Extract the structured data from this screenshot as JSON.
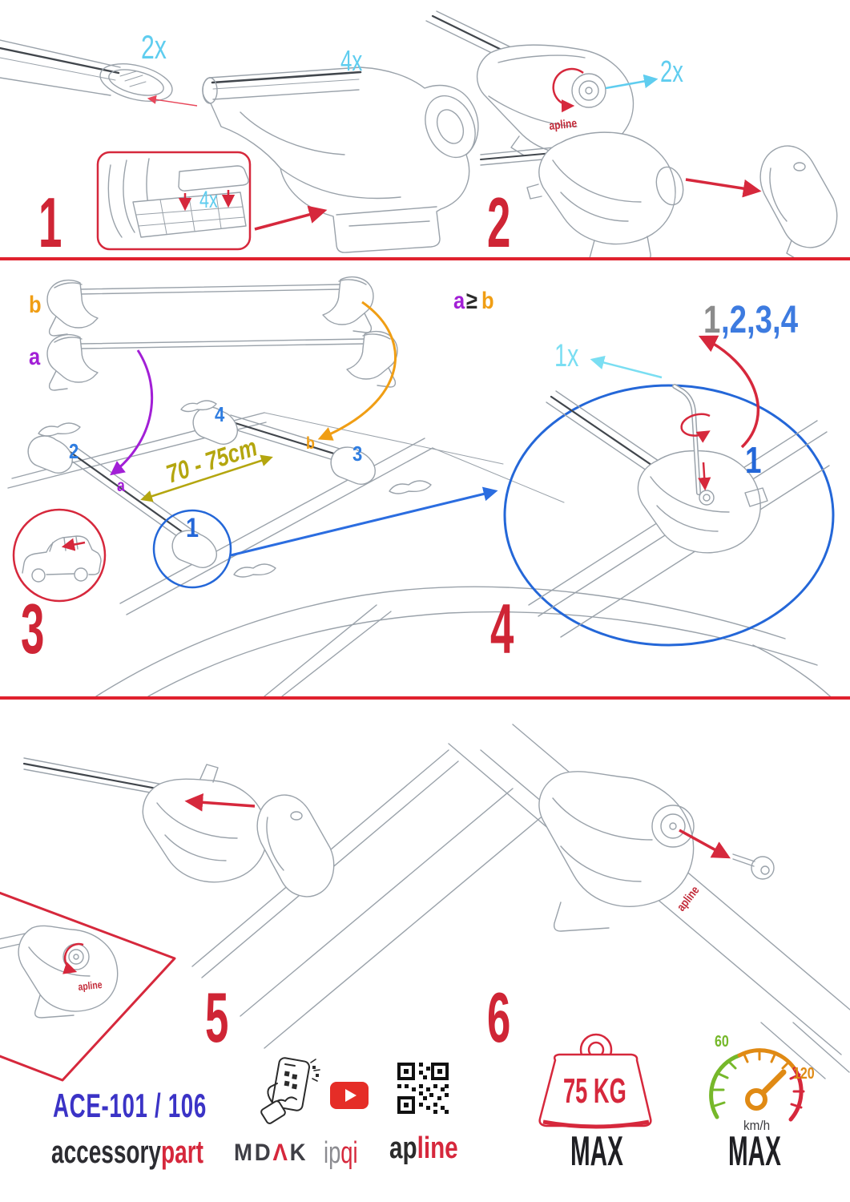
{
  "step1": {
    "number": "1",
    "bar_count": "2x",
    "foot_count": "4x",
    "pad_count": "4x"
  },
  "step2": {
    "number": "2",
    "tool_count": "2x",
    "product_logo": "apline"
  },
  "step3": {
    "number": "3",
    "bar_label_b": "b",
    "bar_label_a": "a",
    "roof_label_a": "a",
    "roof_label_b": "b",
    "pos_front_left": "2",
    "pos_rear_left": "4",
    "pos_rear_right": "3",
    "pos_front_right": "1",
    "distance": "70 - 75cm"
  },
  "step4": {
    "number": "4",
    "condition_a": "a",
    "condition_op": "≥",
    "condition_b": "b",
    "sequence_first": "1",
    "sequence_rest": ",2,3,4",
    "key_count": "1x",
    "torque_order": "1"
  },
  "step5": {
    "number": "5",
    "product_logo": "apline"
  },
  "step6": {
    "number": "6",
    "product_logo": "apline"
  },
  "footer": {
    "model": "ACE-101 / 106",
    "brand_black": "accessory",
    "brand_red": "part",
    "mdak_m": "MD",
    "mdak_a": "Λ",
    "mdak_k": "K",
    "ipqi_gray": "ip",
    "ipqi_red": "qi",
    "apline_black": "ap",
    "apline_red": "line",
    "weight_value": "75 KG",
    "weight_max": "MAX",
    "speed_low": "60",
    "speed_high": "120",
    "speed_unit": "km/h",
    "speed_max": "MAX"
  }
}
